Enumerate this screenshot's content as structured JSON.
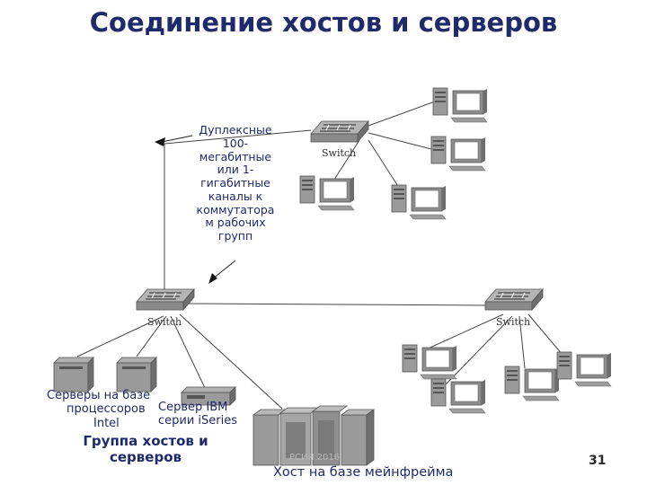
{
  "title": "Соединение хостов и серверов",
  "note_lines": [
    "Дуплексные",
    "100-",
    "мегабитные",
    "или 1-",
    "гигабитные",
    "каналы к",
    "коммутатора",
    "м рабочих",
    "групп"
  ],
  "switch_label": "Switch",
  "servers_label": [
    "Серверы на базе",
    "процессоров",
    "Intel"
  ],
  "ibm_label": [
    "Сервер IBM",
    "серии iSeries"
  ],
  "group_label": [
    "Группа хостов и",
    "серверов"
  ],
  "mainframe_label": "Хост на базе мейнфрейма",
  "faint_text": "РСИЯ 2016",
  "page_number": "31"
}
